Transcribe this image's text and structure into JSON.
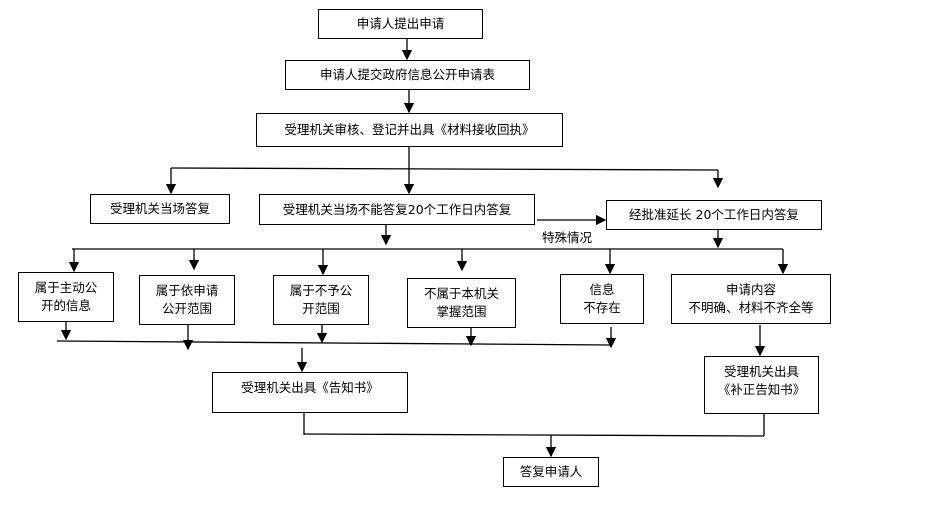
{
  "steps": {
    "submit": "申请人提出申请",
    "form": "申请人提交政府信息公开申请表",
    "review": "受理机关审核、登记并出具《材料接收回执》",
    "reply_onsite": "受理机关当场答复",
    "reply_20days": "受理机关当场不能答复20个工作日内答复",
    "extended": "经批准延长 20个工作日内答复",
    "special_case": "特殊情况",
    "cat_active": [
      "属于主动公",
      "开的信息"
    ],
    "cat_apply": [
      "属于依申请",
      "公开范围"
    ],
    "cat_not_public": [
      "属于不予公",
      "开范围"
    ],
    "cat_not_ours": [
      "不属于本机关",
      "掌握范围"
    ],
    "cat_not_exist": [
      "信息",
      "不存在"
    ],
    "cat_unclear": [
      "申请内容",
      "不明确、材料不齐全等"
    ],
    "notice": "受理机关出具《告知书》",
    "correction_notice": [
      "受理机关出具",
      "《补正告知书》"
    ],
    "reply_applicant": "答复申请人"
  }
}
